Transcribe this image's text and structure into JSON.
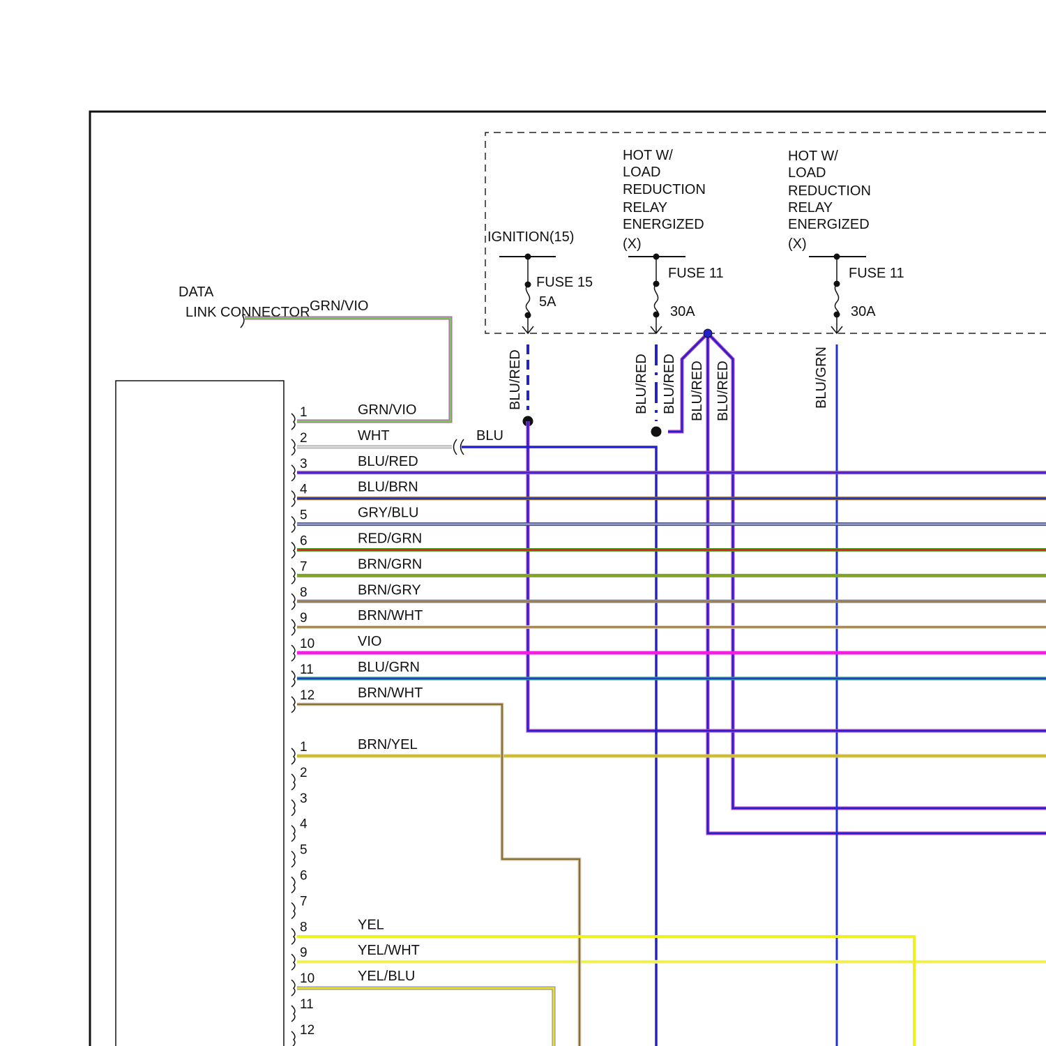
{
  "title_block": {
    "data_link_connector": [
      "DATA",
      "LINK CONNECTOR"
    ],
    "dlc_wire": "GRN/VIO"
  },
  "fuse_box": {
    "feeds": [
      {
        "id": "ign",
        "source": [
          "IGNITION(15)"
        ],
        "fuse": "FUSE 15",
        "rating": "5A",
        "wire": "BLU/RED"
      },
      {
        "id": "hot1",
        "source": [
          "HOT W/",
          "LOAD",
          "REDUCTION",
          "RELAY",
          "ENERGIZED",
          "(X)"
        ],
        "fuse": "FUSE 11",
        "rating": "30A",
        "wire": "BLU/RED"
      },
      {
        "id": "hot2",
        "source": [
          "HOT W/",
          "LOAD",
          "REDUCTION",
          "RELAY",
          "ENERGIZED",
          "(X)"
        ],
        "fuse": "FUSE 11",
        "rating": "30A",
        "wire": "BLU/GRN"
      }
    ],
    "splice_wires": [
      "BLU/RED",
      "BLU/RED",
      "BLU/RED"
    ]
  },
  "inline_connector_wire": "BLU",
  "connector_a": {
    "pins": [
      {
        "num": "1",
        "wire": "GRN/VIO",
        "color": "#7ccd4e",
        "edge": "#b060c0"
      },
      {
        "num": "2",
        "wire": "WHT",
        "color": "#dddddd",
        "edge": "#aaaaaa"
      },
      {
        "num": "3",
        "wire": "BLU/RED",
        "color": "#3a2ad0",
        "edge": "#c040a0"
      },
      {
        "num": "4",
        "wire": "BLU/BRN",
        "color": "#2233cc",
        "edge": "#8a6a30"
      },
      {
        "num": "5",
        "wire": "GRY/BLU",
        "color": "#9aa0b0",
        "edge": "#3344cc"
      },
      {
        "num": "6",
        "wire": "RED/GRN",
        "color": "#e02020",
        "edge": "#50a030"
      },
      {
        "num": "7",
        "wire": "BRN/GRN",
        "color": "#8aa020",
        "edge": "#6ab030"
      },
      {
        "num": "8",
        "wire": "BRN/GRY",
        "color": "#a08040",
        "edge": "#9090a0"
      },
      {
        "num": "9",
        "wire": "BRN/WHT",
        "color": "#a08040",
        "edge": "#d8d0c0"
      },
      {
        "num": "10",
        "wire": "VIO",
        "color": "#f020e0",
        "edge": "#f020e0"
      },
      {
        "num": "11",
        "wire": "BLU/GRN",
        "color": "#2040d0",
        "edge": "#30a080"
      },
      {
        "num": "12",
        "wire": "BRN/WHT",
        "color": "#8a7030",
        "edge": "#d8d0c0"
      }
    ]
  },
  "connector_b": {
    "pins": [
      {
        "num": "1",
        "wire": "BRN/YEL",
        "color": "#c8b830",
        "edge": "#d8c850"
      },
      {
        "num": "2",
        "wire": ""
      },
      {
        "num": "3",
        "wire": ""
      },
      {
        "num": "4",
        "wire": ""
      },
      {
        "num": "5",
        "wire": ""
      },
      {
        "num": "6",
        "wire": ""
      },
      {
        "num": "7",
        "wire": ""
      },
      {
        "num": "8",
        "wire": "YEL",
        "color": "#f0f020",
        "edge": "#f0f020"
      },
      {
        "num": "9",
        "wire": "YEL/WHT",
        "color": "#f0f040",
        "edge": "#f0f0a0"
      },
      {
        "num": "10",
        "wire": "YEL/BLU",
        "color": "#e8e020",
        "edge": "#8080c0"
      },
      {
        "num": "11",
        "wire": ""
      },
      {
        "num": "12",
        "wire": ""
      }
    ]
  },
  "colors": {
    "frame": "#111111",
    "blue": "#2222cc",
    "vio_edge": "#b040c0",
    "fuse_box_dash": "#222222"
  }
}
